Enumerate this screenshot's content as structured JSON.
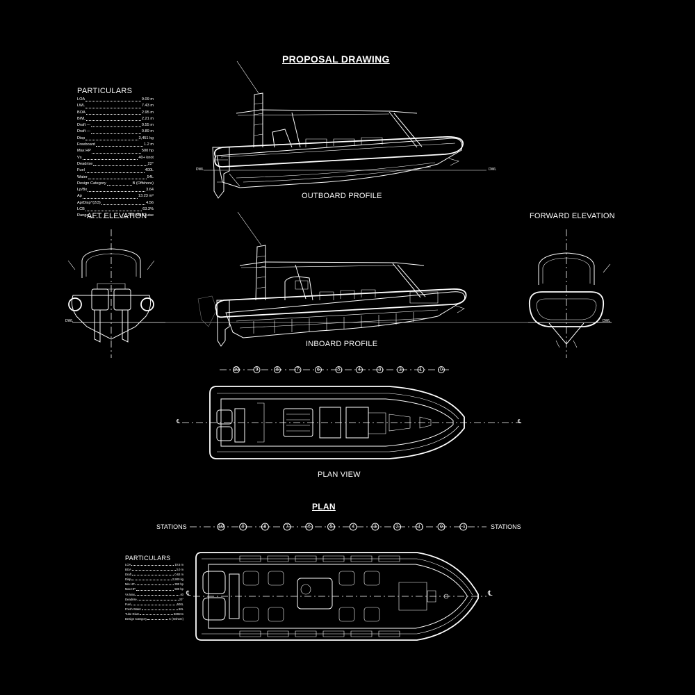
{
  "titles": {
    "main": "PROPOSAL DRAWING",
    "outboard_profile": "OUTBOARD PROFILE",
    "aft_elevation": "AFT ELEVATION",
    "forward_elevation": "FORWARD ELEVATION",
    "inboard_profile": "INBOARD PROFILE",
    "plan_view": "PLAN VIEW",
    "plan": "PLAN"
  },
  "waterline_label": "DWL",
  "stations_label": "STATIONS",
  "centerline_symbol": "℄",
  "particulars_1": {
    "title": "PARTICULARS",
    "rows": [
      {
        "label": "LOA",
        "value": "9.09 m"
      },
      {
        "label": "LWL",
        "value": "7.43 m"
      },
      {
        "label": "BOA",
        "value": "2.95 m"
      },
      {
        "label": "BWL",
        "value": "2.21 m"
      },
      {
        "label": "Draft ---",
        "value": "0.55 m"
      },
      {
        "label": "Draft ---",
        "value": "0.89 m"
      },
      {
        "label": "Disp",
        "value": "3,451 kg"
      },
      {
        "label": "Freeboard",
        "value": "1.2 m"
      },
      {
        "label": "Max HP",
        "value": "500 hp"
      },
      {
        "label": "Vs",
        "value": "40+ knot"
      },
      {
        "label": "Deadrise",
        "value": "22°"
      },
      {
        "label": "Fuel",
        "value": "400L"
      },
      {
        "label": "Water",
        "value": "54L"
      },
      {
        "label": "Design Category",
        "value": "B (Offshore)"
      },
      {
        "label": "Lp/Bx",
        "value": "3.64"
      },
      {
        "label": "Ap",
        "value": "13.23 m²"
      },
      {
        "label": "Ap/Disp^(2/3)",
        "value": "4.56"
      },
      {
        "label": "LCB",
        "value": "63.3%"
      },
      {
        "label": "Range",
        "value": "200 NM Cruise"
      }
    ]
  },
  "particulars_2": {
    "title": "PARTICULARS",
    "rows": [
      {
        "label": "LOA",
        "value": "10.5 m"
      },
      {
        "label": "BOA",
        "value": "3.0 m"
      },
      {
        "label": "Draft",
        "value": "0.62 m"
      },
      {
        "label": "Disp",
        "value": "2,900 kg"
      },
      {
        "label": "Min HP",
        "value": "300 hp"
      },
      {
        "label": "Max HP",
        "value": "500 hp"
      },
      {
        "label": "Vs Max",
        "value": "40"
      },
      {
        "label": "Deadrise",
        "value": "20°"
      },
      {
        "label": "Fuel",
        "value": "500L"
      },
      {
        "label": "Fresh Water",
        "value": "60L"
      },
      {
        "label": "Tube Diam",
        "value": "560mm"
      },
      {
        "label": "Design Category",
        "value": "C (Inshore)"
      }
    ]
  },
  "stations_plan_view": [
    "10",
    "9",
    "8",
    "7",
    "6",
    "5",
    "4",
    "3",
    "2",
    "1",
    "0"
  ],
  "stations_plan": [
    "10",
    "9",
    "8",
    "7",
    "6",
    "5",
    "4",
    "3",
    "2",
    "1",
    "0",
    "-1"
  ]
}
